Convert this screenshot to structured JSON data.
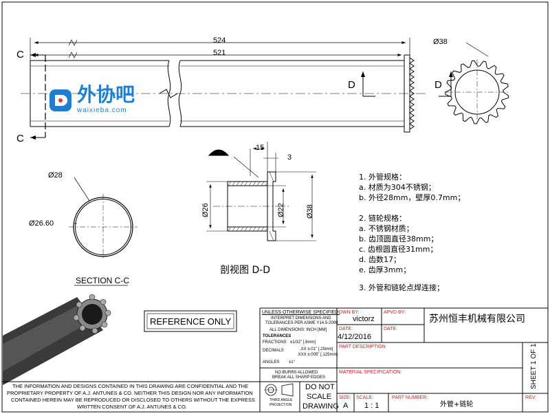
{
  "dims": {
    "overall_length": "524",
    "inner_length": "521",
    "sprocket_dia": "Ø38",
    "section_c_outer": "Ø28",
    "section_c_inner": "Ø26.60",
    "dd_15": "15",
    "dd_3": "3",
    "dd_26": "Ø26",
    "dd_22": "Ø22",
    "dd_38": "Ø38"
  },
  "section_labels": {
    "c_top": "C",
    "c_bottom": "C",
    "d_left": "D",
    "d_right": "D",
    "section_cc": "SECTION C-C",
    "section_dd": "剖视图 D-D"
  },
  "watermark": {
    "brand": "外协吧",
    "url": "waixieba.com"
  },
  "notes": [
    "1. 外管规格：",
    "a. 材质为304不锈钢；",
    "b. 外径28mm，壁厚0.7mm；",
    "",
    "2. 链轮规格：",
    "a. 不锈钢材质；",
    "b. 齿顶圆直径38mm；",
    "c. 齿根圆直径31mm；",
    "d. 齿数17；",
    "e. 齿厚3mm；",
    "",
    "3. 外管和链轮点焊连接；"
  ],
  "reference_only": "REFERENCE ONLY",
  "title_block": {
    "unless": "UNLESS OTHERWISE SPECIFIED:",
    "interpret": "INTERPRET DIMENSIONS AND",
    "tolerances_per": "TOLERANCES PER ASME Y14.5-2009",
    "all_dims": "ALL DIMENSIONS: INCH [MM]",
    "tolerances": "TOLERANCES",
    "fractions_label": "FRACTIONS",
    "fractions_value": "±1/32\" [.8mm]",
    "decimals_label": "DECIMALS",
    "decimals_xx": ".XX ±.01\" [.25mm]",
    "decimals_xxx": ".XXX ±.005\" [.125mm]",
    "angles_label": "ANGLES",
    "angles_value": "±1°",
    "no_burrs": "NO BURRS ALLOWED",
    "break_edges": "BREAK ALL SHARP EDGES",
    "third_angle_1": "THIRD ANGLE",
    "third_angle_2": "PROJECTION",
    "do_not_scale_1": "DO NOT",
    "do_not_scale_2": "SCALE",
    "do_not_scale_3": "DRAWING",
    "dwn_by_label": "DWN BY:",
    "dwn_by_value": "victorz",
    "apvd_by_label": "APVD BY:",
    "date_label_1": "DATE:",
    "date_value": "4/12/2016",
    "date_label_2": "DATE:",
    "company": "苏州恒丰机械有限公司",
    "part_desc_label": "PART DESCRIPTION:",
    "material_label": "MATERIAL SPECIFICATION:",
    "size_label": "SIZE:",
    "size_value": "A",
    "scale_label": "SCALE:",
    "scale_value": "1 : 1",
    "part_number_label": "PART NUMBER:",
    "part_number_value": "外管+链轮",
    "rev_label": "REV:",
    "sheet": "SHEET 1 OF 1"
  },
  "confidential": [
    "THE INFORMATION AND DESIGNS CONTAINED IN THIS DRAWING ARE CONFIDENTIAL AND THE",
    "PROPRIETARY PROPERTY OF A.J. ANTUNES & CO. NEITHER THIS DESIGN NOR ANY INFORMATION",
    "CONTAINED HEREIN MAY BE REPRODUCED OR DISCLOSED TO OTHERS WITHOUT THE EXPRESS",
    "WRITTEN CONSENT OF A.J. ANTUNES & CO."
  ],
  "colors": {
    "watermark_blue": "#1c7fd6",
    "watermark_red": "#e53935",
    "tube_iso": "#3a3a3a"
  }
}
